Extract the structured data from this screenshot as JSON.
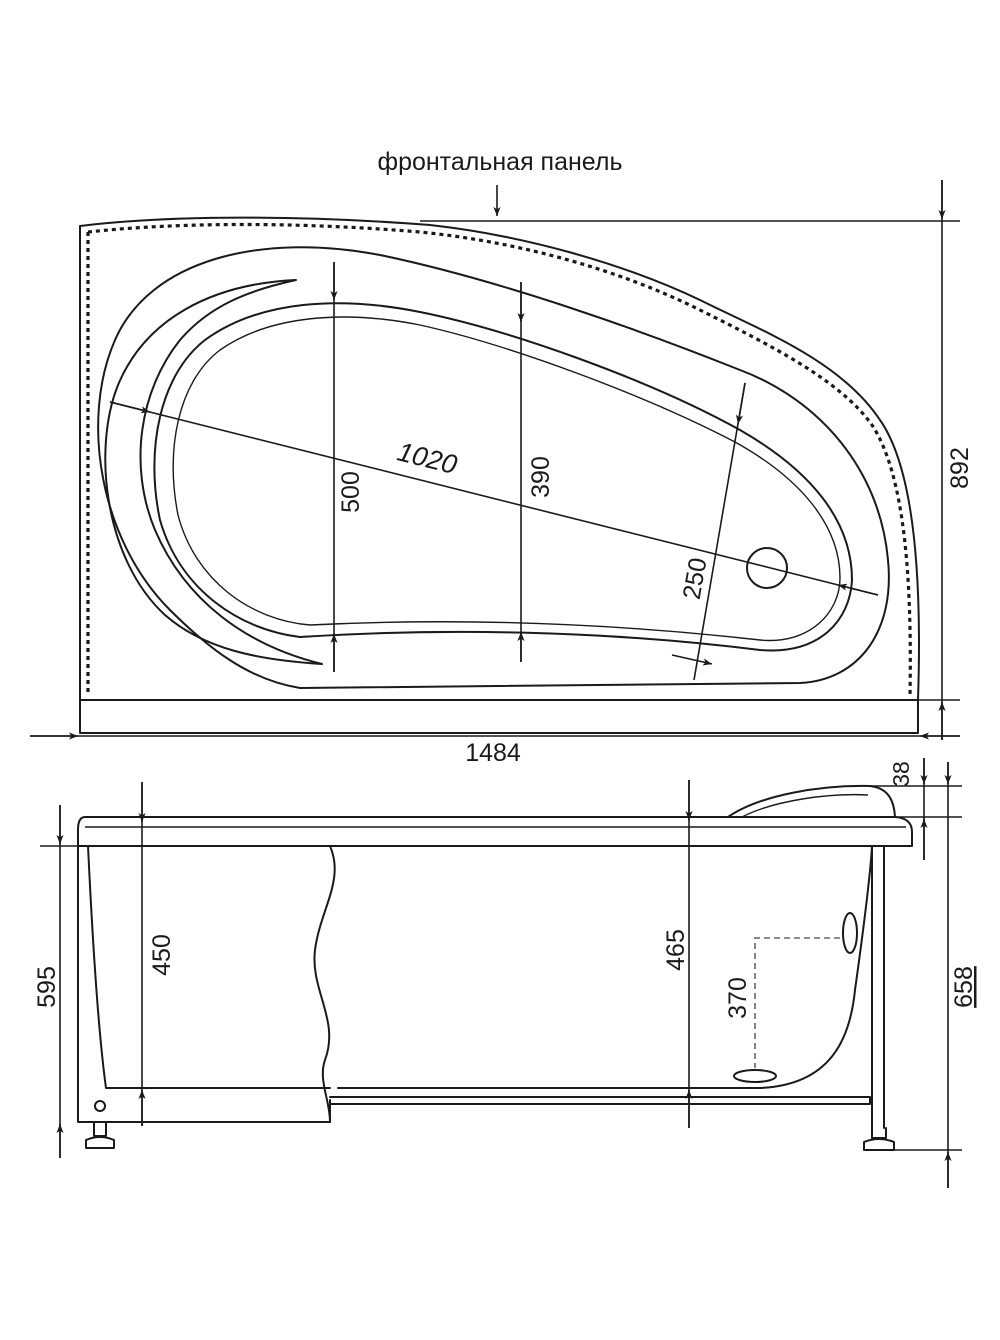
{
  "labels": {
    "front_panel": "фронтальная панель",
    "total_length": "1484",
    "total_width": "892",
    "diagonal_length": "1020",
    "inner_width_left": "500",
    "inner_width_mid": "390",
    "inner_width_right": "250",
    "rim_height": "38",
    "depth_left": "450",
    "depth_mid": "465",
    "overflow_height": "370",
    "side_height": "595",
    "total_height": "658"
  },
  "colors": {
    "line": "#1a1a1a",
    "background": "#ffffff",
    "hidden_line": "#666666"
  }
}
